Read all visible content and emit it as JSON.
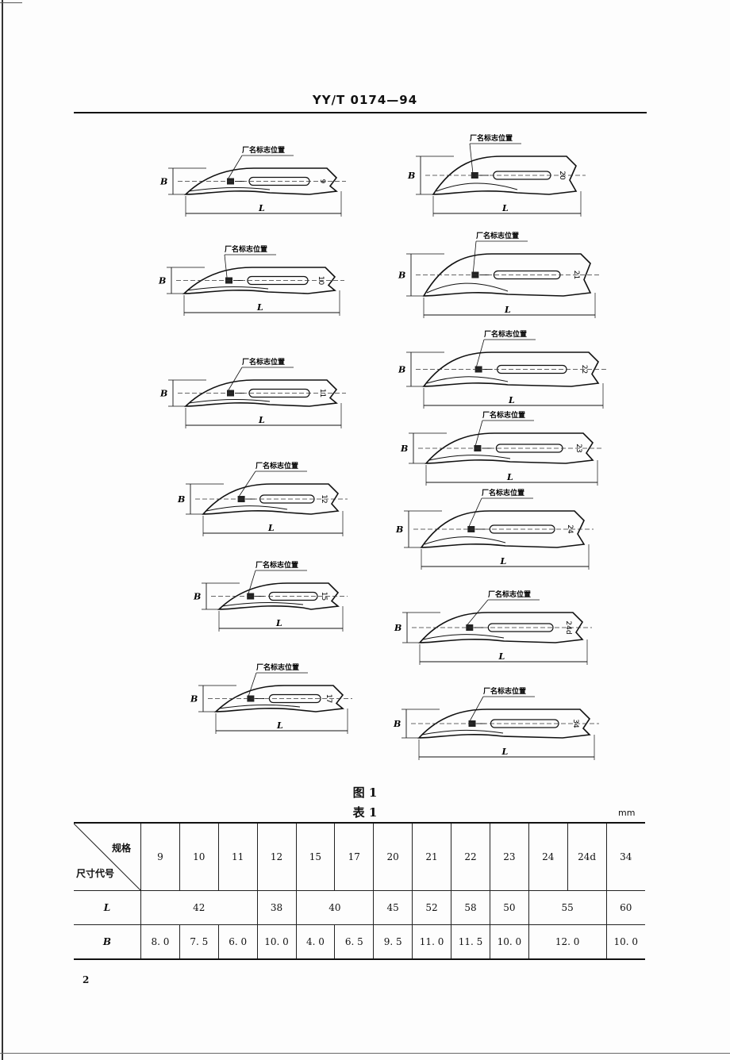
{
  "header": {
    "doc_id": "YY/T 0174—94"
  },
  "figure": {
    "mark_label": "厂名标志位置",
    "dim_b": "B",
    "dim_l": "L",
    "caption": "图 1",
    "blades": [
      {
        "size": "9"
      },
      {
        "size": "10"
      },
      {
        "size": "11"
      },
      {
        "size": "12"
      },
      {
        "size": "15"
      },
      {
        "size": "17"
      },
      {
        "size": "20"
      },
      {
        "size": "21"
      },
      {
        "size": "22"
      },
      {
        "size": "23"
      },
      {
        "size": "24"
      },
      {
        "size": "24d"
      },
      {
        "size": "34"
      }
    ]
  },
  "table": {
    "caption": "表 1",
    "unit": "mm",
    "corner_top": "规格",
    "corner_bottom": "尺寸代号",
    "sizes": [
      "9",
      "10",
      "11",
      "12",
      "15",
      "17",
      "20",
      "21",
      "22",
      "23",
      "24",
      "24d",
      "34"
    ],
    "row_l_label": "L",
    "row_l": [
      {
        "value": "42",
        "span": 3
      },
      {
        "value": "38",
        "span": 1
      },
      {
        "value": "40",
        "span": 2
      },
      {
        "value": "45",
        "span": 1
      },
      {
        "value": "52",
        "span": 1
      },
      {
        "value": "58",
        "span": 1
      },
      {
        "value": "50",
        "span": 1
      },
      {
        "value": "55",
        "span": 2
      },
      {
        "value": "60",
        "span": 1
      }
    ],
    "row_b_label": "B",
    "row_b": [
      {
        "value": "8. 0",
        "span": 1
      },
      {
        "value": "7. 5",
        "span": 1
      },
      {
        "value": "6. 0",
        "span": 1
      },
      {
        "value": "10. 0",
        "span": 1
      },
      {
        "value": "4. 0",
        "span": 1
      },
      {
        "value": "6. 5",
        "span": 1
      },
      {
        "value": "9. 5",
        "span": 1
      },
      {
        "value": "11. 0",
        "span": 1
      },
      {
        "value": "11. 5",
        "span": 1
      },
      {
        "value": "10. 0",
        "span": 1
      },
      {
        "value": "12. 0",
        "span": 2
      },
      {
        "value": "10. 0",
        "span": 1
      }
    ]
  },
  "page_number": "2"
}
